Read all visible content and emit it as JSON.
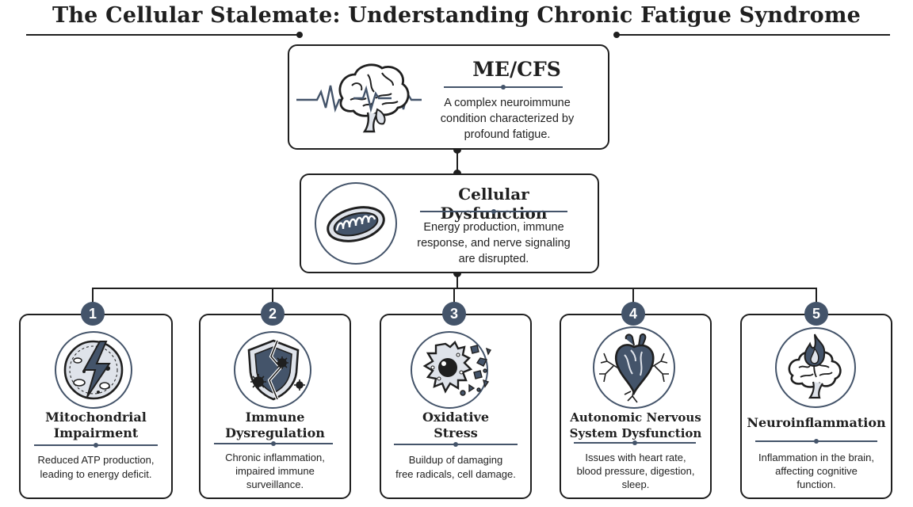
{
  "title": "The Cellular Stalemate: Understanding Chronic Fatigue Syndrome",
  "colors": {
    "ink": "#1f1f1f",
    "accent": "#44546a",
    "light": "#dfe3ea"
  },
  "root": {
    "heading": "ME/CFS",
    "lines": [
      "A complex neuroimmune",
      "condition characterized by",
      "profound fatigue."
    ],
    "icon": "brain-heartbeat-icon"
  },
  "middle": {
    "heading": "Cellular Dysfunction",
    "lines": [
      "Energy production, immune",
      "response, and nerve signaling",
      "are disrupted."
    ],
    "icon": "mitochondrion-icon"
  },
  "factors": [
    {
      "number": "1",
      "heading_lines": [
        "Mitochondrial",
        "Impairment"
      ],
      "desc_lines": [
        "Reduced ATP production,",
        "leading to energy deficit."
      ],
      "icon": "damaged-mitochondria-lightning-icon"
    },
    {
      "number": "2",
      "heading_lines": [
        "Immune",
        "Dysregulation"
      ],
      "desc_lines": [
        "Chronic inflammation,",
        "impaired immune",
        "surveillance."
      ],
      "icon": "broken-shield-virus-icon"
    },
    {
      "number": "3",
      "heading_lines": [
        "Oxidative",
        "Stress"
      ],
      "desc_lines": [
        "Buildup of damaging",
        "free radicals, cell damage."
      ],
      "icon": "disintegrating-cell-icon"
    },
    {
      "number": "4",
      "heading_lines": [
        "Autonomic Nervous",
        "System Dysfunction"
      ],
      "desc_lines": [
        "Issues with heart rate,",
        "blood pressure, digestion,",
        "sleep."
      ],
      "icon": "heart-nerves-icon"
    },
    {
      "number": "5",
      "heading_lines": [
        "Neuroinflammation"
      ],
      "desc_lines": [
        "Inflammation in the brain,",
        "affecting cognitive",
        "function."
      ],
      "icon": "brain-flame-icon"
    }
  ]
}
